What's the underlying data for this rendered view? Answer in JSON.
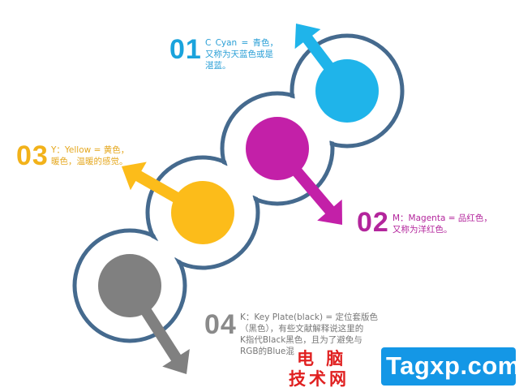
{
  "colors": {
    "cyan": "#1fb4ea",
    "magenta": "#c320a8",
    "yellow": "#fcbc1a",
    "black": "#808080",
    "track": "#456a8e"
  },
  "items": [
    {
      "key": "cyan",
      "number": "01",
      "lines": [
        "C Cyan = 青色，",
        "又称为天蓝色或是",
        "湛蓝。"
      ]
    },
    {
      "key": "magenta",
      "number": "02",
      "lines": [
        "M：Magenta = 品红色，",
        "又称为洋红色。"
      ]
    },
    {
      "key": "yellow",
      "number": "03",
      "lines": [
        "Y：Yellow = 黄色，",
        "暖色，温暖的感觉。"
      ]
    },
    {
      "key": "black",
      "number": "04",
      "lines": [
        "K：Key Plate(black) = 定位套版色",
        "（黑色），有些文献解释说这里的",
        "K指代Black黑色，且为了避免与",
        "RGB的Blue混"
      ]
    }
  ],
  "watermark": {
    "cn_line1": "电 脑",
    "cn_line2": "技术网",
    "site": "Tagxp.com"
  }
}
